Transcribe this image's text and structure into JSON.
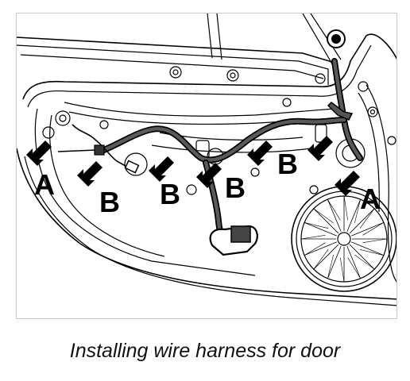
{
  "caption": "Installing wire harness for door",
  "labels": {
    "a_left": "A",
    "b_1": "B",
    "b_2": "B",
    "b_3": "B",
    "b_4": "B",
    "a_right": "A"
  }
}
